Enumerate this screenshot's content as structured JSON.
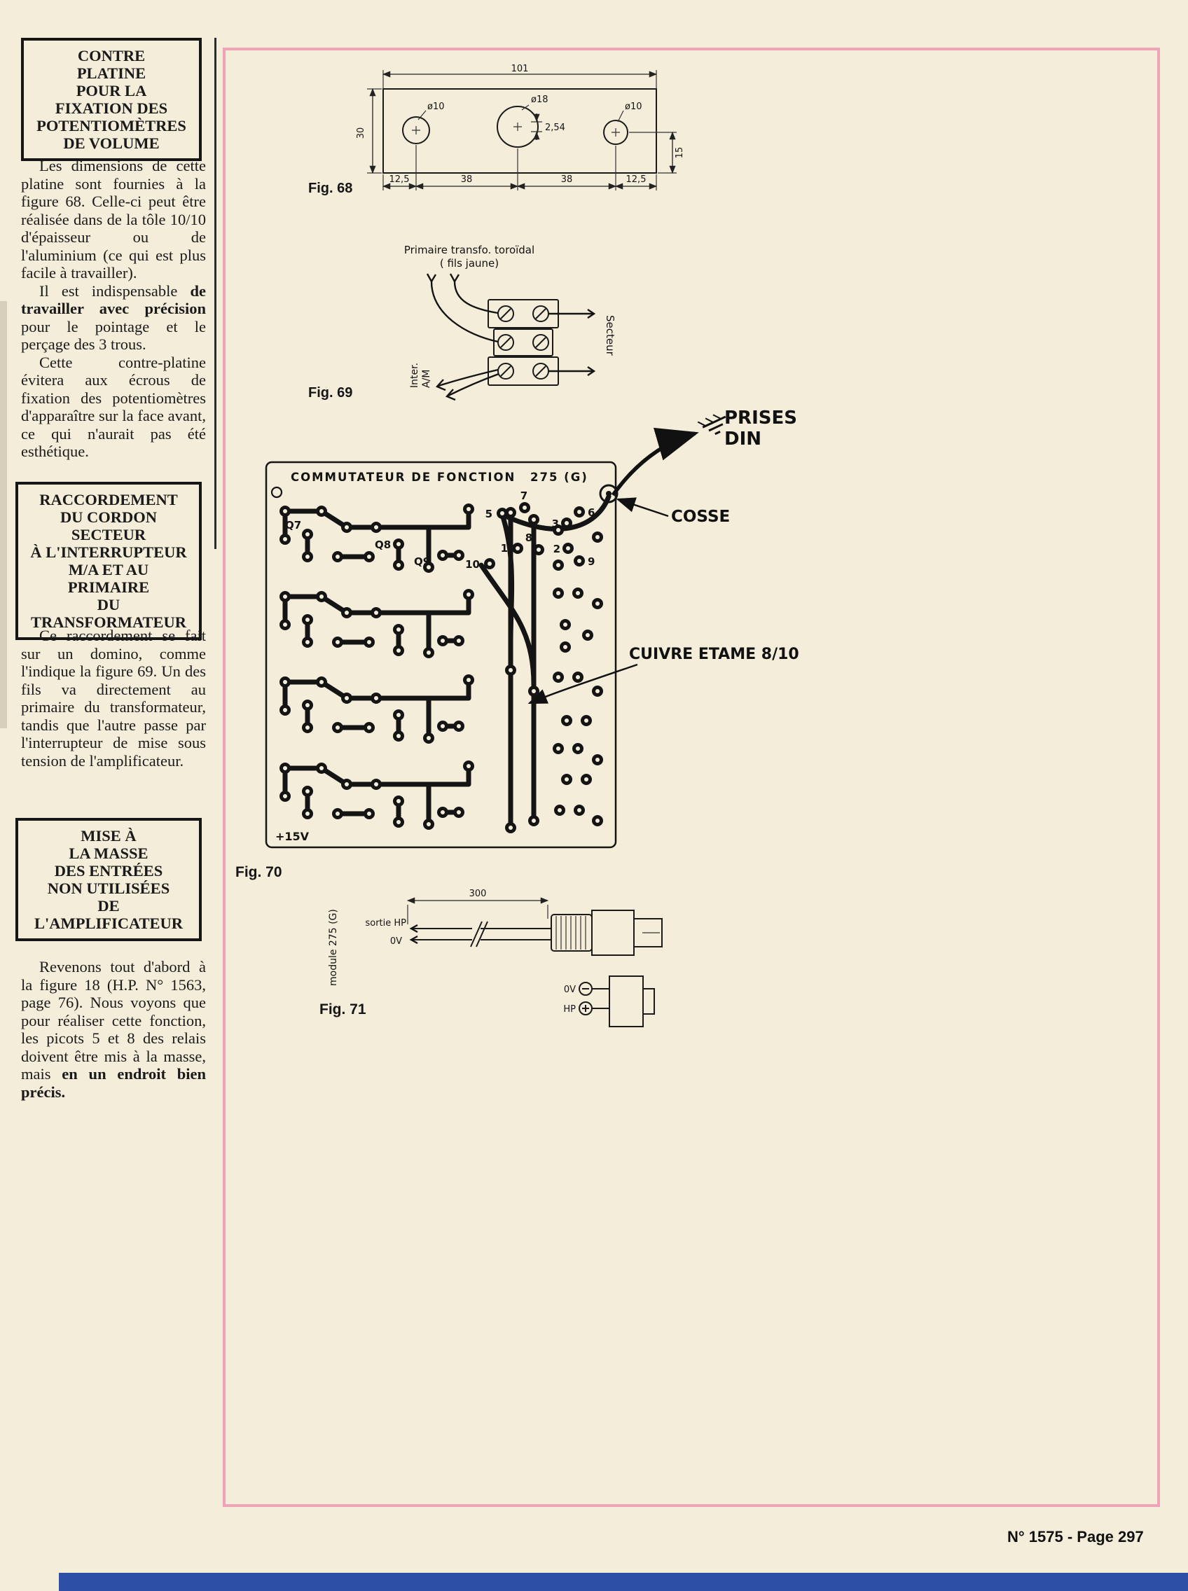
{
  "page": {
    "footer": "N° 1575 - Page 297",
    "colors": {
      "paper": "#f4edda",
      "panel_border": "#f0a2b6",
      "bottom_strip": "#2d4fa5",
      "ink": "#1a1a1a"
    }
  },
  "left_column": {
    "box1": "CONTRE\nPLATINE\nPOUR LA\nFIXATION DES\nPOTENTIOMÈTRES\nDE VOLUME",
    "para1": "Les dimensions de cette platine sont fournies à la figure 68. Celle-ci peut être réalisée dans de la tôle 10/10 d'épaisseur ou de l'aluminium (ce qui est plus facile à travailler).",
    "para2_pre": "Il est indispensable ",
    "para2_bold": "de travailler avec précision",
    "para2_post": " pour le pointage et le perçage des 3 trous.",
    "para3": "Cette contre-platine évitera aux écrous de fixation des potentiomètres d'apparaître sur la face avant, ce qui n'aurait pas été esthétique.",
    "box2": "RACCORDEMENT\nDU CORDON\nSECTEUR\nÀ L'INTERRUPTEUR\nM/A ET AU\nPRIMAIRE\nDU TRANSFORMATEUR",
    "para4": "Ce raccordement se fait sur un domino, comme l'indique la figure 69. Un des fils va directement au primaire du transformateur, tandis que l'autre passe par l'interrupteur de mise sous tension de l'amplificateur.",
    "box3": "MISE À\nLA MASSE\nDES ENTRÉES\nNON UTILISÉES\nDE\nL'AMPLIFICATEUR",
    "para5_pre": "Revenons tout d'abord à la figure 18 (H.P. N° 1563, page 76). Nous voyons que pour réaliser cette fonction, les picots 5 et 8 des relais doivent être mis à la masse, mais ",
    "para5_bold": "en un endroit bien précis."
  },
  "figures": {
    "fig68": {
      "label": "Fig. 68",
      "width_dim": "101",
      "height_dim": "30",
      "hole_left": "ø10",
      "hole_center": "ø18",
      "hole_right": "ø10",
      "offset_dim": "2,54",
      "right_dim": "15",
      "bottom_dims": [
        "12,5",
        "38",
        "38",
        "12,5"
      ]
    },
    "fig69": {
      "label": "Fig. 69",
      "top_label": "Primaire transfo. toroïdal\n( fils jaune)",
      "right_label": "Secteur",
      "left_label": "Inter.\nA/M"
    },
    "fig70": {
      "label": "Fig. 70",
      "board_title": "COMMUTATEUR DE FONCTION",
      "board_ref": "275 (G)",
      "prises_din": "PRISES\nDIN",
      "cosse": "COSSE",
      "cuivre": "CUIVRE ETAME 8/10",
      "supply": "+15V",
      "q7": "Q7",
      "q8": "Q8",
      "q9": "Q9",
      "pins": {
        "p1": "1",
        "p2": "2",
        "p3": "3",
        "p5": "5",
        "p6": "6",
        "p7": "7",
        "p8": "8",
        "p9": "9",
        "p10": "10"
      }
    },
    "fig71": {
      "label": "Fig. 71",
      "module": "module 275 (G)",
      "sortie_hp": "sortie HP",
      "ov": "0V",
      "length_dim": "300",
      "plug_ov": "0V",
      "plug_hp": "HP"
    }
  }
}
